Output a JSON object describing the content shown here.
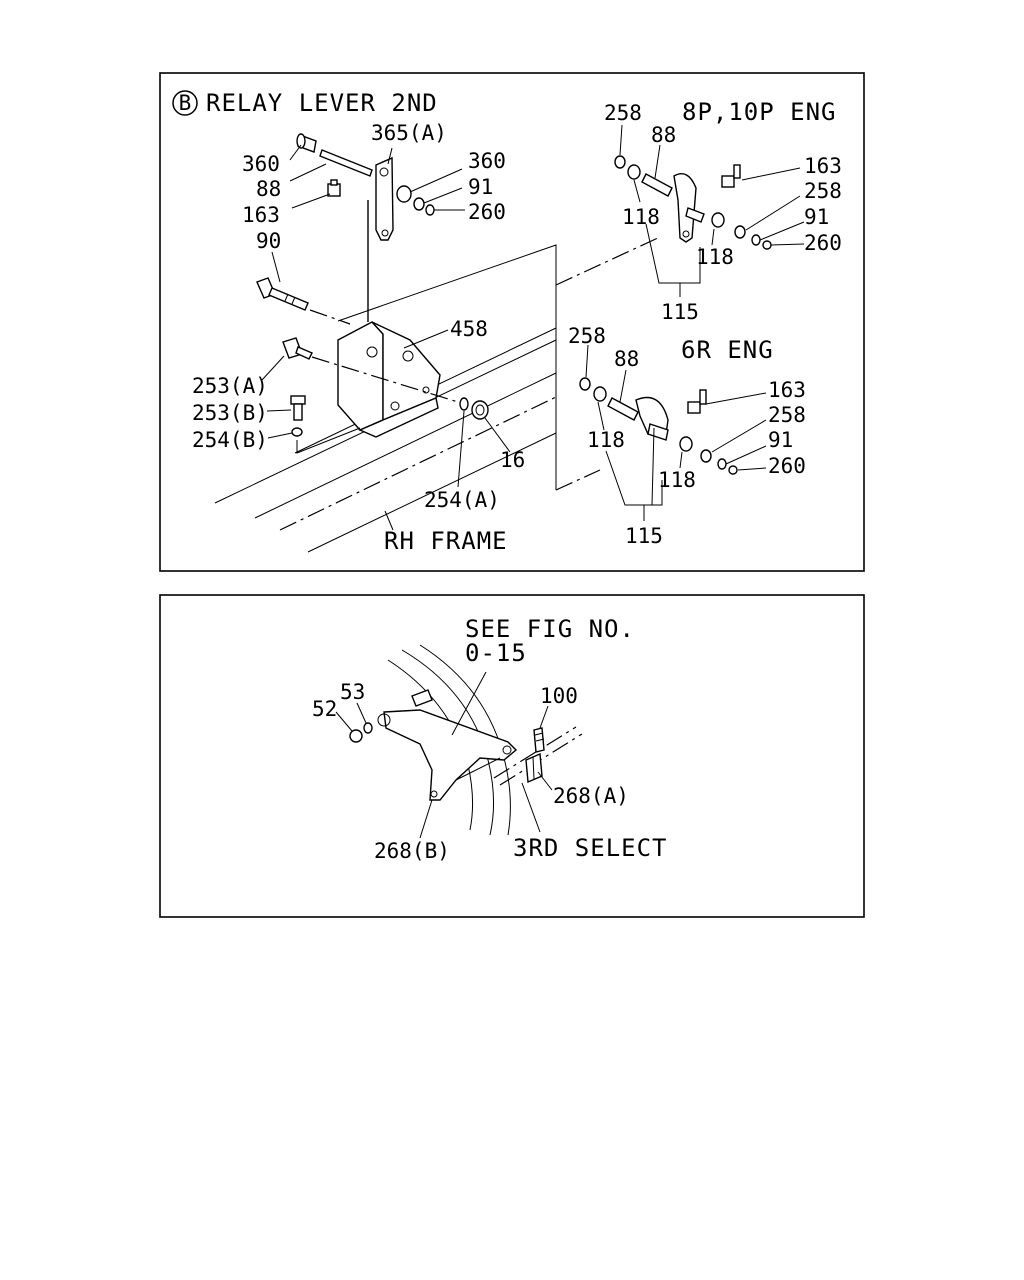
{
  "panel_top": {
    "badge": "B",
    "title": "RELAY LEVER 2ND",
    "sub_8p": {
      "title": "8P,10P ENG"
    },
    "sub_6r": {
      "title": "6R ENG"
    },
    "frame_label": "RH FRAME",
    "callouts": {
      "c365a": "365(A)",
      "c360a": "360",
      "c360b": "360",
      "c88": "88",
      "c163": "163",
      "c91": "91",
      "c260": "260",
      "c90": "90",
      "c458": "458",
      "c253a": "253(A)",
      "c253b": "253(B)",
      "c254b": "254(B)",
      "c254a": "254(A)",
      "c16": "16",
      "e258a": "258",
      "e88": "88",
      "e163": "163",
      "e258b": "258",
      "e118a": "118",
      "e91": "91",
      "e260": "260",
      "e118b": "118",
      "e115": "115",
      "r258a": "258",
      "r88": "88",
      "r163": "163",
      "r258b": "258",
      "r118a": "118",
      "r91": "91",
      "r260": "260",
      "r118b": "118",
      "r115": "115"
    }
  },
  "panel_bottom": {
    "note_line1": "SEE FIG NO.",
    "note_line2": "0-15",
    "select_label": "3RD SELECT",
    "callouts": {
      "c52": "52",
      "c53": "53",
      "c100": "100",
      "c268a": "268(A)",
      "c268b": "268(B)"
    }
  }
}
